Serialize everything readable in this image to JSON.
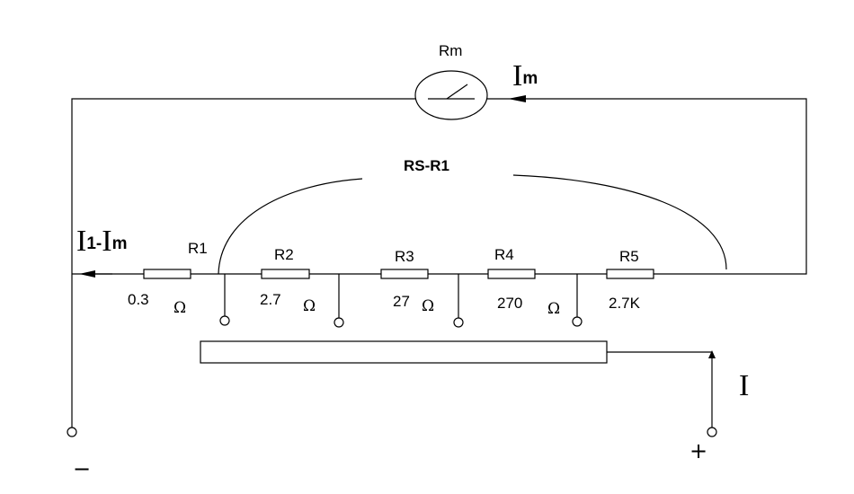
{
  "meter": {
    "label": "Rm"
  },
  "meter_current": {
    "symbol": "I",
    "subscript": "m"
  },
  "branch_current": {
    "prefix": "I",
    "sub1": "1-",
    "main2": "I",
    "sub2": "m"
  },
  "span_label": "RS-R1",
  "resistors": [
    {
      "name": "R1",
      "value": "0.3",
      "unit": "Ω"
    },
    {
      "name": "R2",
      "value": "2.7",
      "unit": "Ω"
    },
    {
      "name": "R3",
      "value": "27",
      "unit": "Ω"
    },
    {
      "name": "R4",
      "value": "270",
      "unit": "Ω"
    },
    {
      "name": "R5",
      "value": "2.7K",
      "unit": ""
    }
  ],
  "input_current": {
    "symbol": "I"
  },
  "terminals": {
    "negative": "−",
    "positive": "+"
  }
}
